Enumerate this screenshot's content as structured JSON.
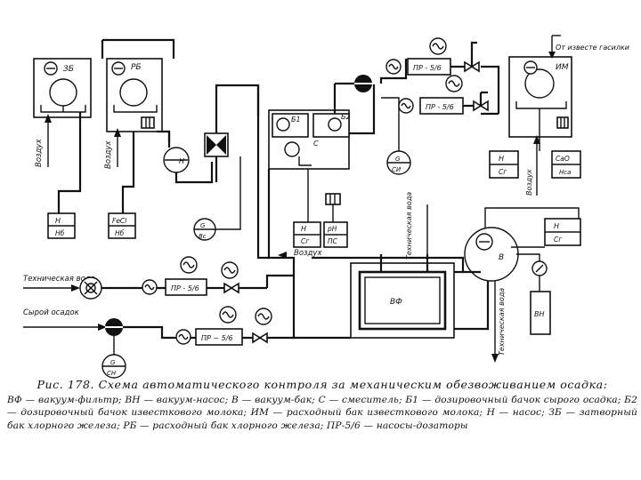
{
  "labels": {
    "zb": "ЗБ",
    "rb": "РБ",
    "n": "Н",
    "b1": "Б1",
    "b2": "Б2",
    "c": "С",
    "im": "ИМ",
    "v": "В",
    "vf": "ВФ",
    "vn": "ВН",
    "pr1": "ПР - 5/6",
    "pr2": "ПР - 5/6",
    "pr3": "ПР - 5/6",
    "pr4": "ПР ~ 5/6",
    "air1": "Воздух",
    "air2": "Воздух",
    "air3": "Воздух",
    "air4": "Воздух",
    "techwater1": "Техническая вода",
    "techwater2": "Техническая вода",
    "techwater3": "Техническая вода",
    "sludge": "Сырой осадок",
    "lime_from": "От известе гасилки",
    "g_vc": "Вс",
    "g_si": "СИ",
    "g_sn": "СН",
    "h_nb1": "Нб",
    "h_nb2": "Нб",
    "h_sg1": "Сг",
    "h_sg2": "Сг",
    "h_sg3": "Сг",
    "h_ps": "ПС",
    "h_cao": "CaO",
    "h_fecl": "FeCl",
    "h_ph": "pH"
  },
  "caption": {
    "title": "Рис. 178. Схема автоматического контроля за механическим обезвоживанием осадка:",
    "body": "ВФ — вакуум-фильтр; ВН — вакуум-насос; В — вакуум-бак; С — смеситель; Б1 — дозировочный бачок сырого осадка; Б2 — дозировочный бачок известкового молока; ИМ — расходный бак известкового молока; Н — насос; ЗБ — затворный бак хлорного железа; РБ — расходный бак хлорного железа; ПР-5/6 — насосы-дозаторы"
  }
}
